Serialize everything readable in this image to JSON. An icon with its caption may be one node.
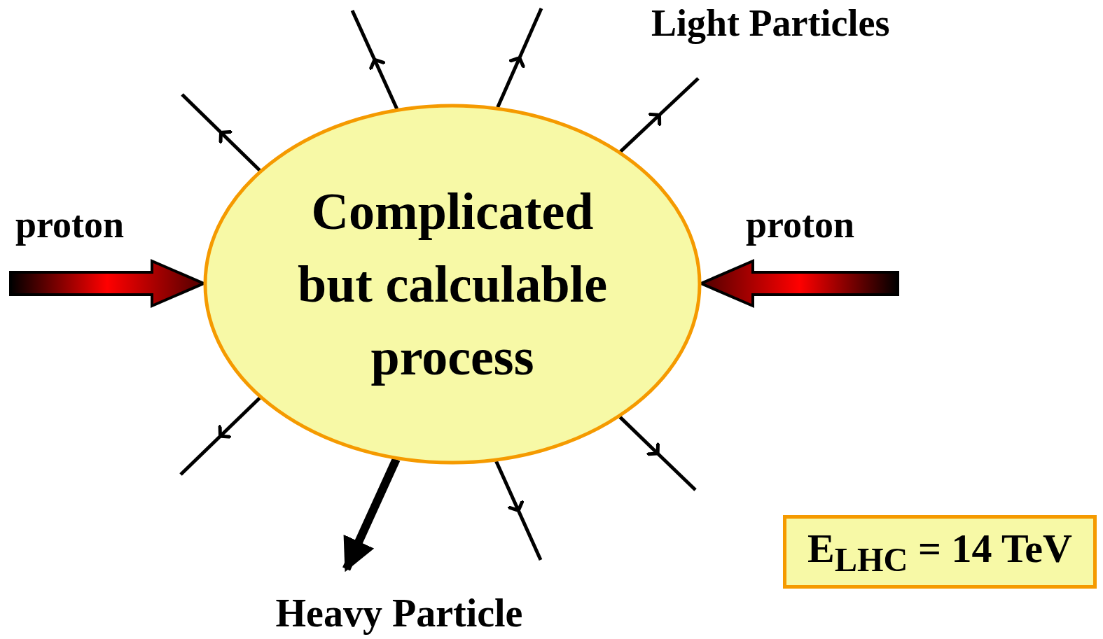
{
  "diagram": {
    "nodes": [
      {
        "text": [
          "Complicated but calculable process"
        ]
      },
      {
        "text": [
          "Heavy Particle"
        ]
      },
      {
        "text": [
          "E$_{LHC}$ = 14 TeV"
        ]
      }
    ],
    "edges": [
      {
        "from": null,
        "to": 0,
        "arrow": "to",
        "style": "thick",
        "color": "#ff0000"
      },
      {
        "from": null,
        "to": 0,
        "arrow": "to",
        "style": "thick",
        "color": "#ff0000"
      },
      {
        "from": 0,
        "to": null,
        "arrow": "to"
      },
      {
        "from": 0,
        "to": null,
        "arrow": "to"
      },
      {
        "from": 0,
        "to": null,
        "arrow": "to"
      },
      {
        "from": 0,
        "to": null,
        "arrow": "to"
      },
      {
        "from": 0,
        "to": null,
        "arrow": "to"
      },
      {
        "from": 0,
        "to": 1,
        "arrow": "to",
        "style": "thick"
      },
      {
        "from": 0,
        "to": null,
        "arrow": "to"
      },
      {
        "from": 0,
        "to": null,
        "arrow": "to"
      }
    ],
    "labels": [
      "Light Particles",
      "proton",
      "proton"
    ]
  }
}
